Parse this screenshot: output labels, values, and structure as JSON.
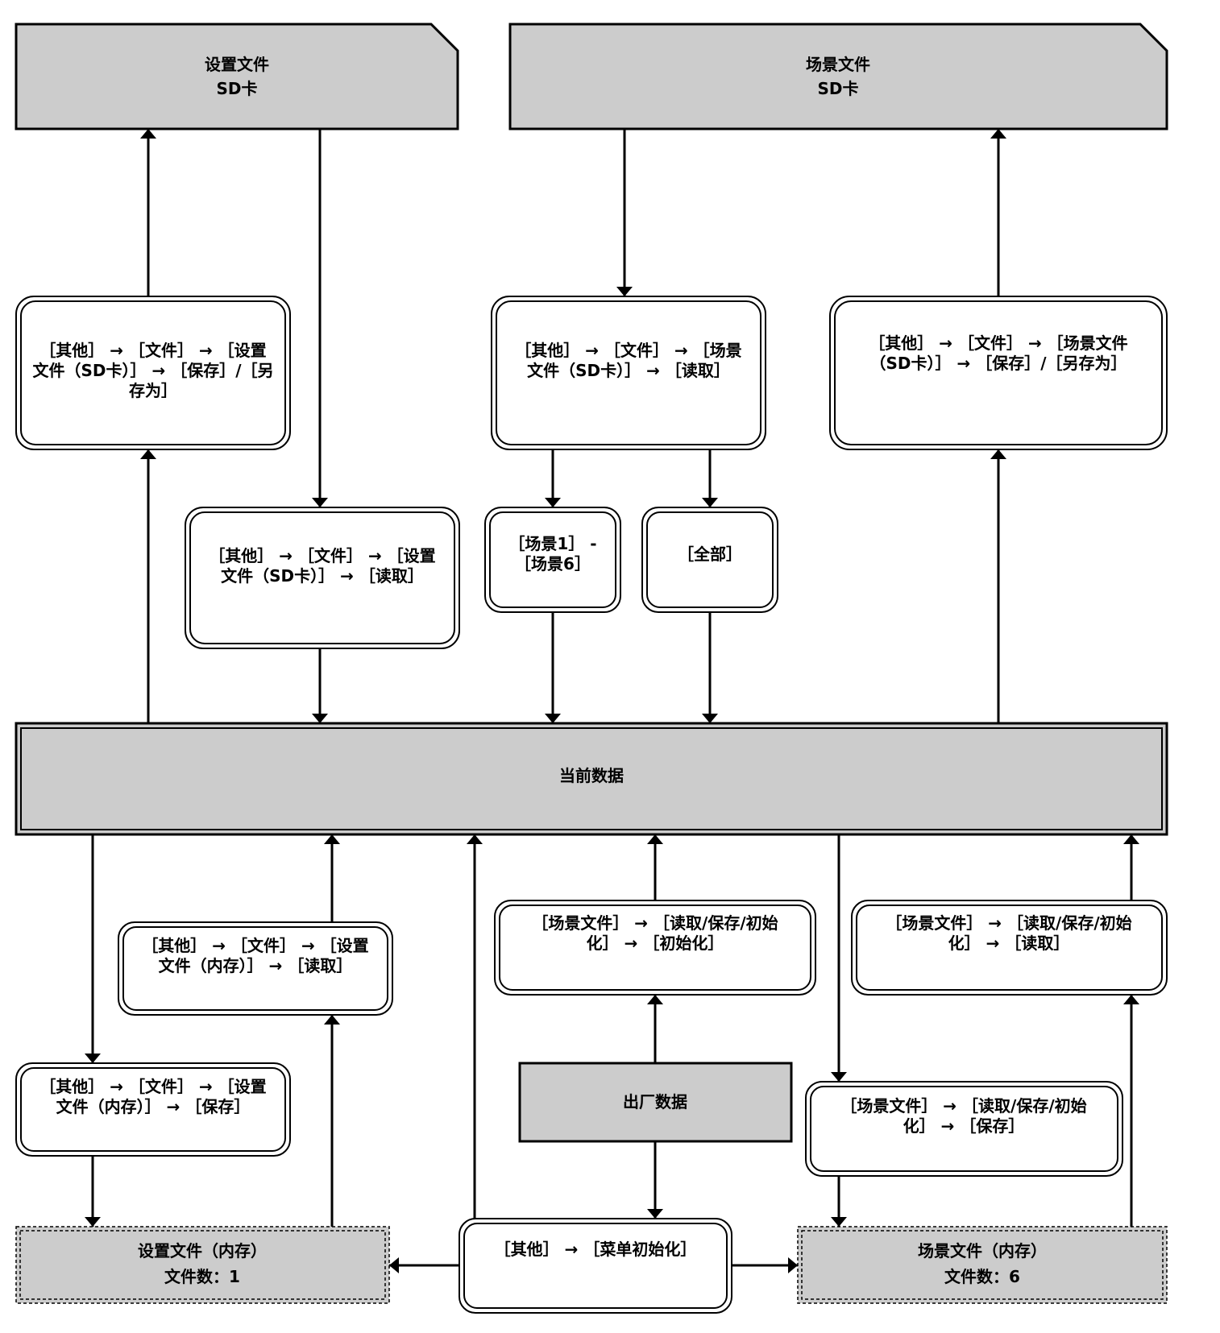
{
  "settings_sd": {
    "line1": "设置文件",
    "line2": "SD卡"
  },
  "scene_sd": {
    "line1": "场景文件",
    "line2": "SD卡"
  },
  "box_settings_save_sd": [
    "［其他］ → ［文件］ → ［设置",
    "文件（SD卡）］ → ［保存］/［另",
    "存为］"
  ],
  "box_scene_read_sd": [
    "［其他］ → ［文件］ → ［场景",
    "文件（SD卡）］ → ［读取］"
  ],
  "box_scene_save_sd": [
    "［其他］ → ［文件］ → ［场景文件",
    "（SD卡）］ → ［保存］/［另存为］"
  ],
  "box_settings_read_sd": [
    "［其他］ → ［文件］ → ［设置",
    "文件（SD卡）］ → ［读取］"
  ],
  "box_scene_1_6": [
    "［场景1］ -",
    "［场景6］"
  ],
  "box_all": "［全部］",
  "current_data": "当前数据",
  "box_settings_read_mem": [
    "［其他］ → ［文件］ → ［设置",
    "文件（内存）］ → ［读取］"
  ],
  "box_scene_init": [
    "［场景文件］ → ［读取/保存/初始",
    "化］ → ［初始化］"
  ],
  "box_scene_read_mem": [
    "［场景文件］ → ［读取/保存/初始",
    "化］ → ［读取］"
  ],
  "box_settings_save_mem": [
    "［其他］ → ［文件］ → ［设置",
    "文件（内存）］ → ［保存］"
  ],
  "factory_data": "出厂数据",
  "box_scene_save_mem": [
    "［场景文件］ → ［读取/保存/初始",
    "化］ → ［保存］"
  ],
  "settings_mem": {
    "line1": "设置文件（内存）",
    "line2": "文件数：1"
  },
  "menu_init": "［其他］ → ［菜单初始化］",
  "scene_mem": {
    "line1": "场景文件（内存）",
    "line2": "文件数：6"
  }
}
